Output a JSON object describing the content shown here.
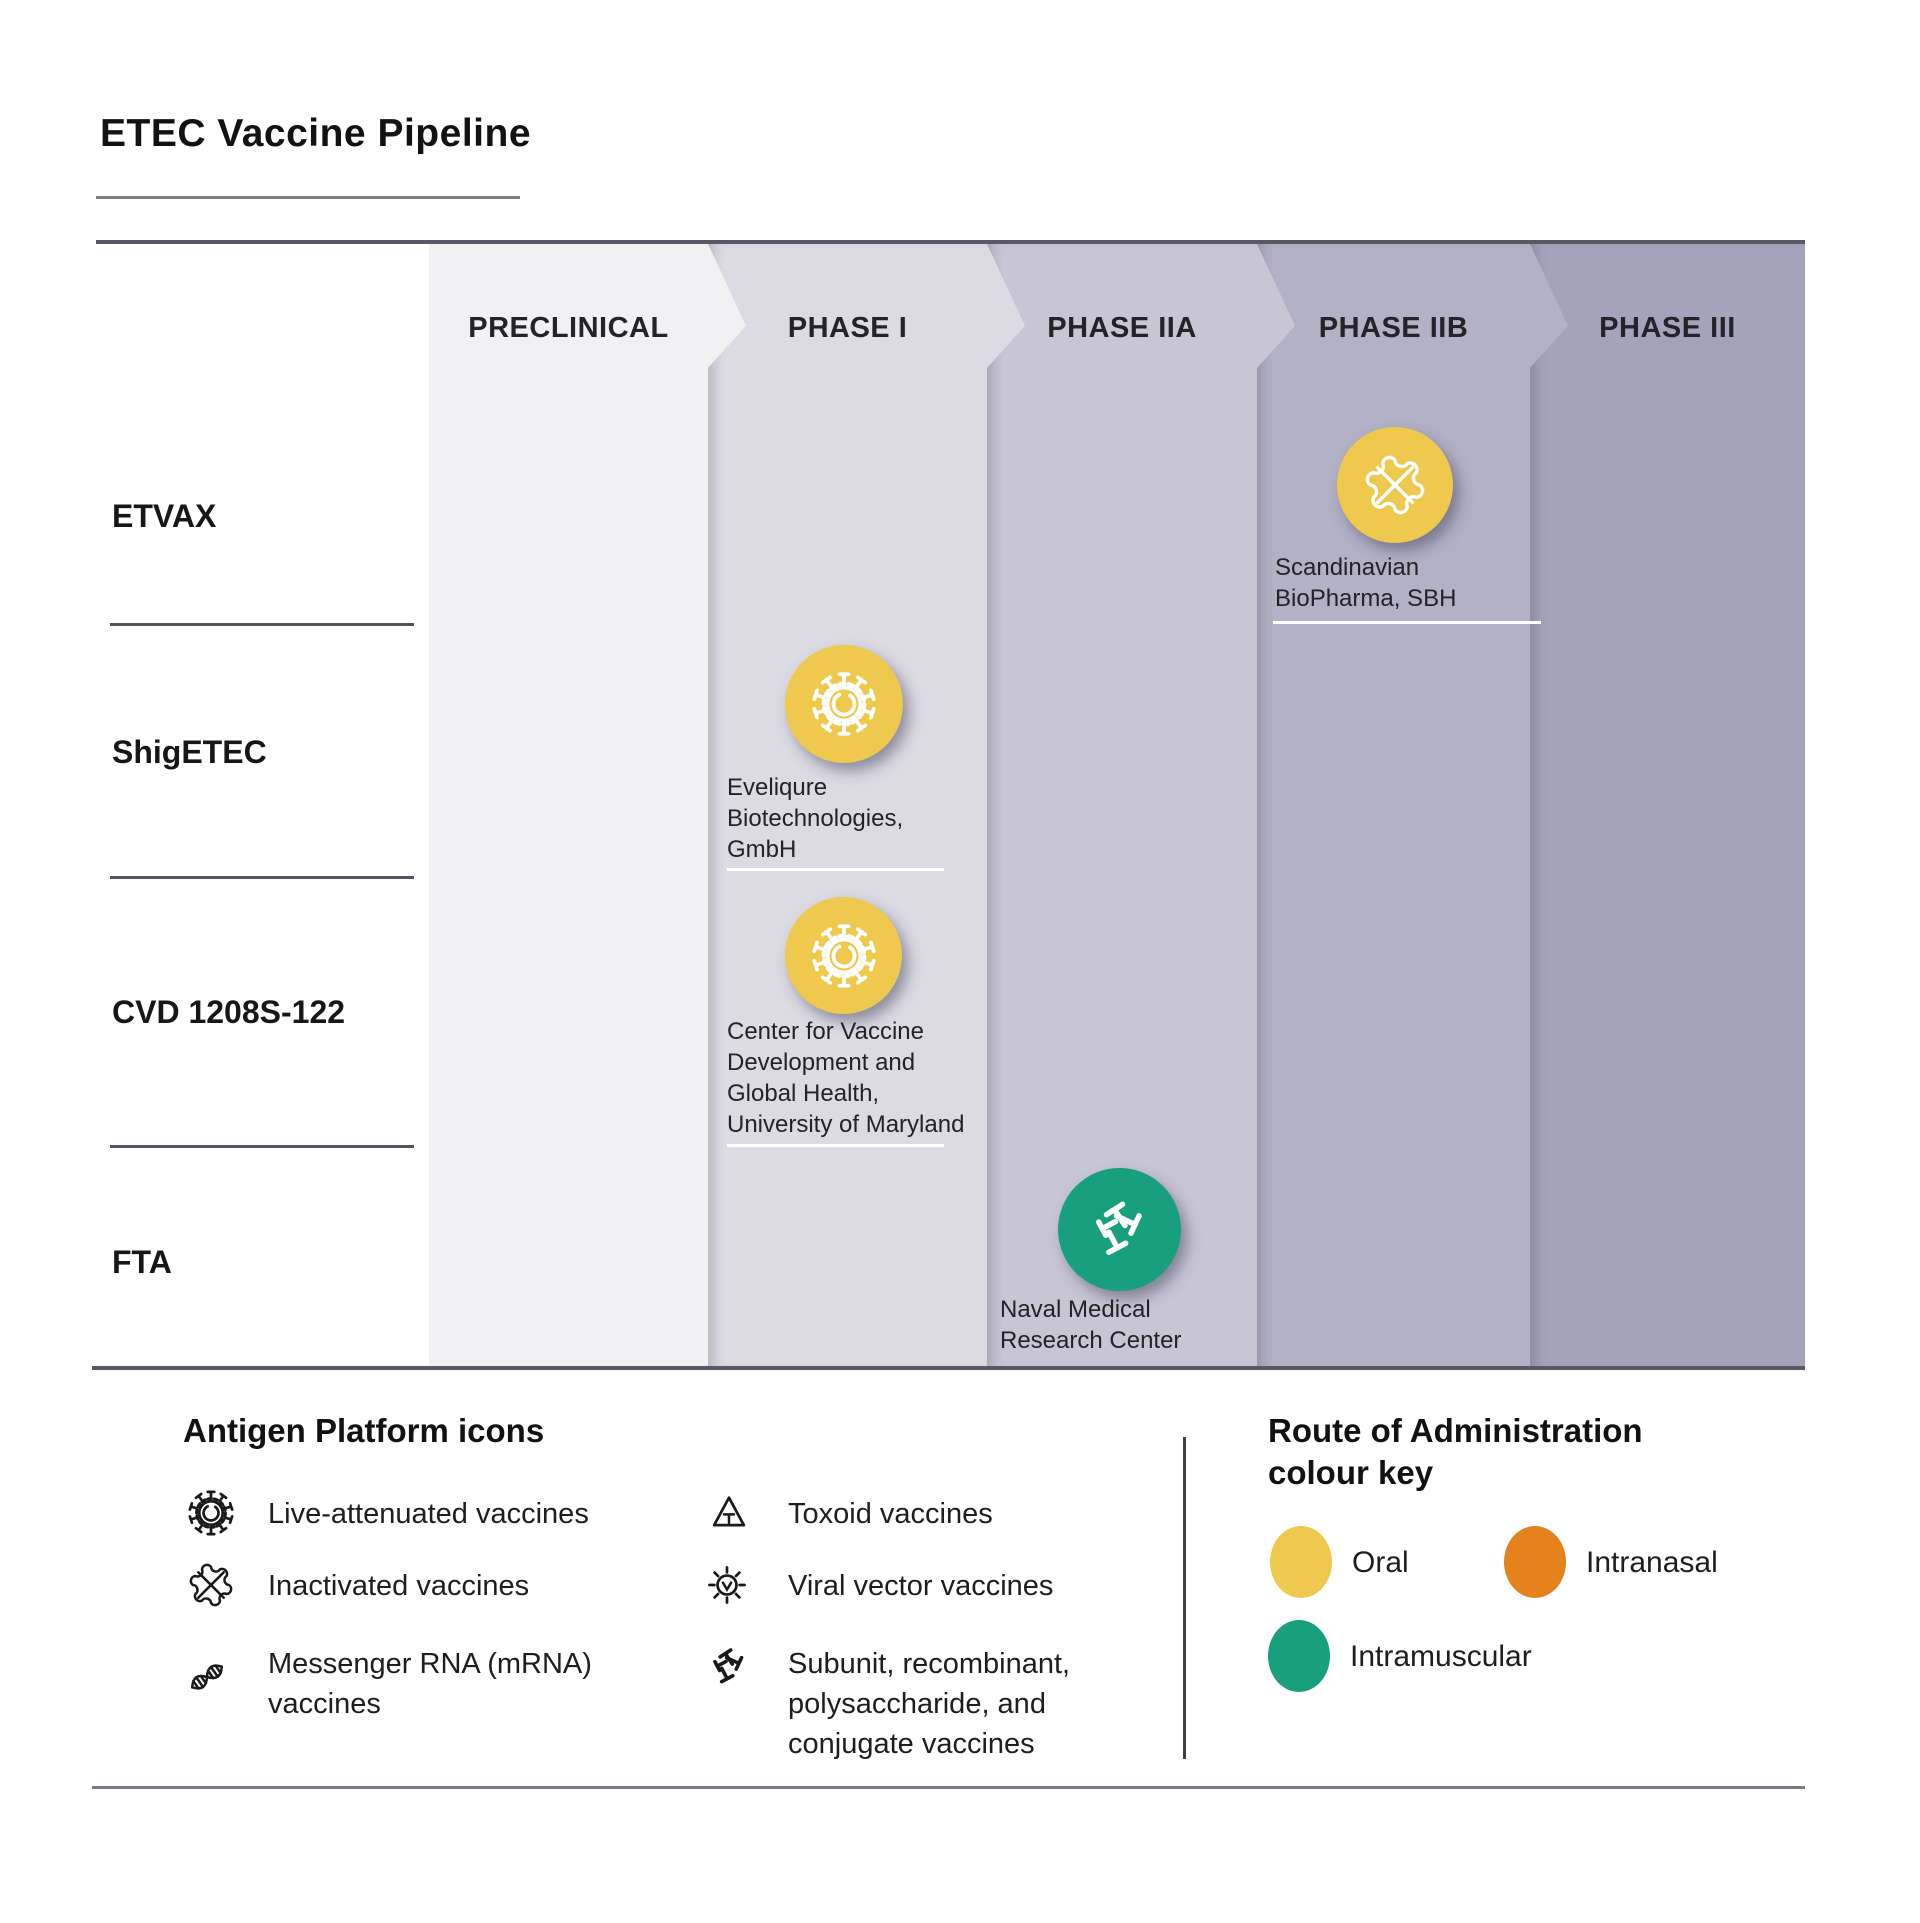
{
  "title": "ETEC Vaccine Pipeline",
  "phases": [
    {
      "label": "PRECLINICAL",
      "color": "#f1f0f3"
    },
    {
      "label": "PHASE I",
      "color": "#dcdae3"
    },
    {
      "label": "PHASE IIA",
      "color": "#c8c6d4"
    },
    {
      "label": "PHASE IIB",
      "color": "#b3b1c5"
    },
    {
      "label": "PHASE III",
      "color": "#a5a3ba"
    }
  ],
  "rows": [
    {
      "name": "ETVAX",
      "entry": {
        "phase": "PHASE IIB",
        "platform_icon": "inactivated-vaccine-icon",
        "route": "Oral",
        "badge_color": "#eec94d",
        "org_lines": [
          "Scandinavian",
          "BioPharma, SBH"
        ]
      }
    },
    {
      "name": "ShigETEC",
      "entry": {
        "phase": "PHASE I",
        "platform_icon": "live-attenuated-vaccine-icon",
        "route": "Oral",
        "badge_color": "#eec94d",
        "org_lines": [
          "Eveliqure",
          "Biotechnologies,",
          "GmbH"
        ]
      }
    },
    {
      "name": "CVD 1208S-122",
      "entry": {
        "phase": "PHASE I",
        "platform_icon": "live-attenuated-vaccine-icon",
        "route": "Oral",
        "badge_color": "#eec94d",
        "org_lines": [
          "Center for Vaccine",
          "Development and",
          "Global Health,",
          "University of Maryland"
        ]
      }
    },
    {
      "name": "FTA",
      "entry": {
        "phase": "PHASE IIA",
        "platform_icon": "subunit-vaccine-icon",
        "route": "Intramuscular",
        "badge_color": "#18a07e",
        "org_lines": [
          "Naval Medical",
          "Research Center"
        ]
      }
    }
  ],
  "legend": {
    "antigen": {
      "title": "Antigen Platform icons",
      "items": [
        {
          "icon": "live-attenuated-vaccine-icon",
          "label": "Live-attenuated vaccines"
        },
        {
          "icon": "inactivated-vaccine-icon",
          "label": "Inactivated vaccines"
        },
        {
          "icon": "mrna-vaccine-icon",
          "label": "Messenger RNA (mRNA) vaccines"
        },
        {
          "icon": "toxoid-vaccine-icon",
          "label": "Toxoid vaccines"
        },
        {
          "icon": "viral-vector-vaccine-icon",
          "label": "Viral vector vaccines"
        },
        {
          "icon": "subunit-vaccine-icon",
          "label": "Subunit, recombinant, polysaccharide, and conjugate vaccines"
        }
      ]
    },
    "route": {
      "title": "Route of Administration colour key",
      "items": [
        {
          "label": "Oral",
          "color": "#eec94d"
        },
        {
          "label": "Intranasal",
          "color": "#e5821e"
        },
        {
          "label": "Intramuscular",
          "color": "#18a07e"
        }
      ]
    }
  }
}
